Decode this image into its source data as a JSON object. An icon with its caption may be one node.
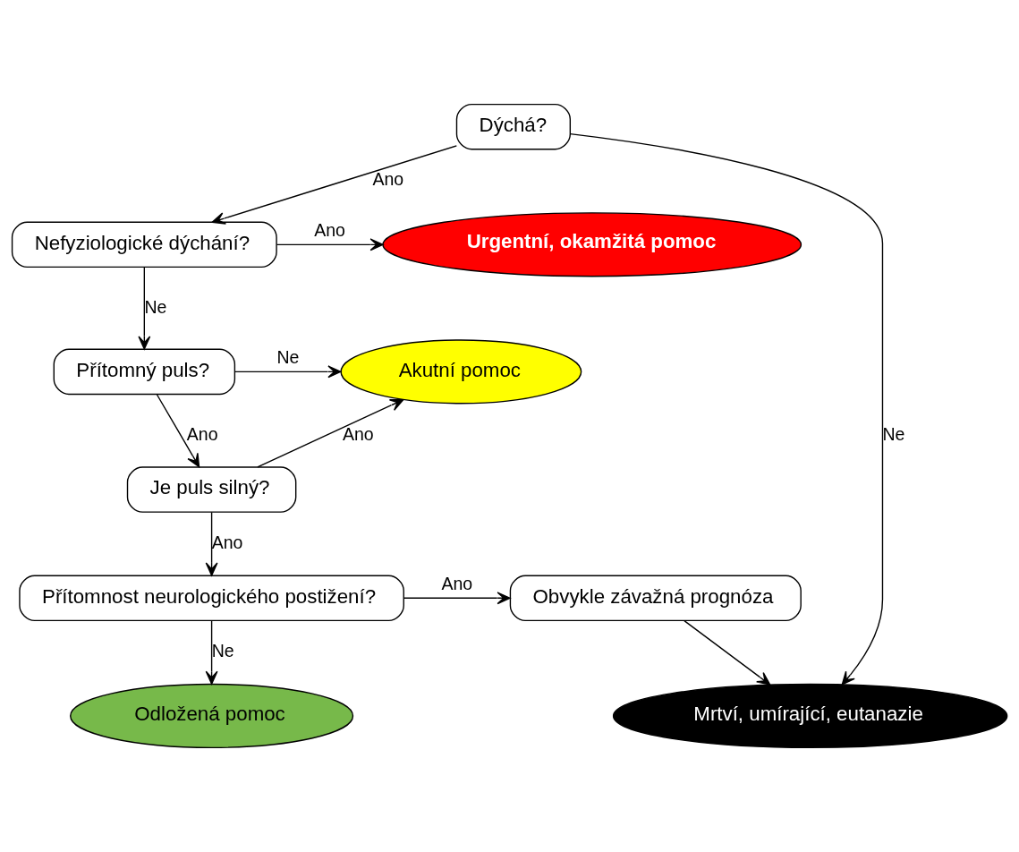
{
  "diagram": {
    "nodes": [
      {
        "text": [
          "Dýchá?"
        ]
      },
      {
        "text": [
          "Nefyziologické dýchání?"
        ]
      },
      {
        "text": [
          "Urgentní, okamžitá pomoc"
        ]
      },
      {
        "text": [
          "Mrtví, umírající, eutanazie"
        ]
      },
      {
        "text": [
          "Přítomný puls?"
        ]
      },
      {
        "text": [
          "Akutní pomoc"
        ]
      },
      {
        "text": [
          "Je puls silný?"
        ]
      },
      {
        "text": [
          "Odložená pomoc"
        ]
      },
      {
        "text": [
          "Přítomnost neurologického postižení?"
        ]
      },
      {
        "text": [
          "Obvykle závažná prognóza"
        ]
      }
    ],
    "edges": [
      {
        "from": 0,
        "to": 1,
        "arrow": "to",
        "label": "Ano"
      },
      {
        "from": 0,
        "to": 3,
        "arrow": "to",
        "label": "Ne"
      },
      {
        "from": 1,
        "to": 2,
        "arrow": "to",
        "label": "Ano"
      },
      {
        "from": 1,
        "to": 4,
        "arrow": "to",
        "label": "Ne"
      },
      {
        "from": 4,
        "to": 5,
        "arrow": "to",
        "label": "Ne"
      },
      {
        "from": 4,
        "to": 6,
        "arrow": "to",
        "label": "Ano"
      },
      {
        "from": 6,
        "to": 5,
        "arrow": "to",
        "label": "Ano"
      },
      {
        "from": 6,
        "to": 8,
        "arrow": "to",
        "label": "Ano"
      },
      {
        "from": 8,
        "to": 7,
        "arrow": "to",
        "label": "Ne"
      },
      {
        "from": 8,
        "to": 9,
        "arrow": "to",
        "label": "Ano"
      },
      {
        "from": 9,
        "to": 3,
        "arrow": "to"
      }
    ]
  }
}
